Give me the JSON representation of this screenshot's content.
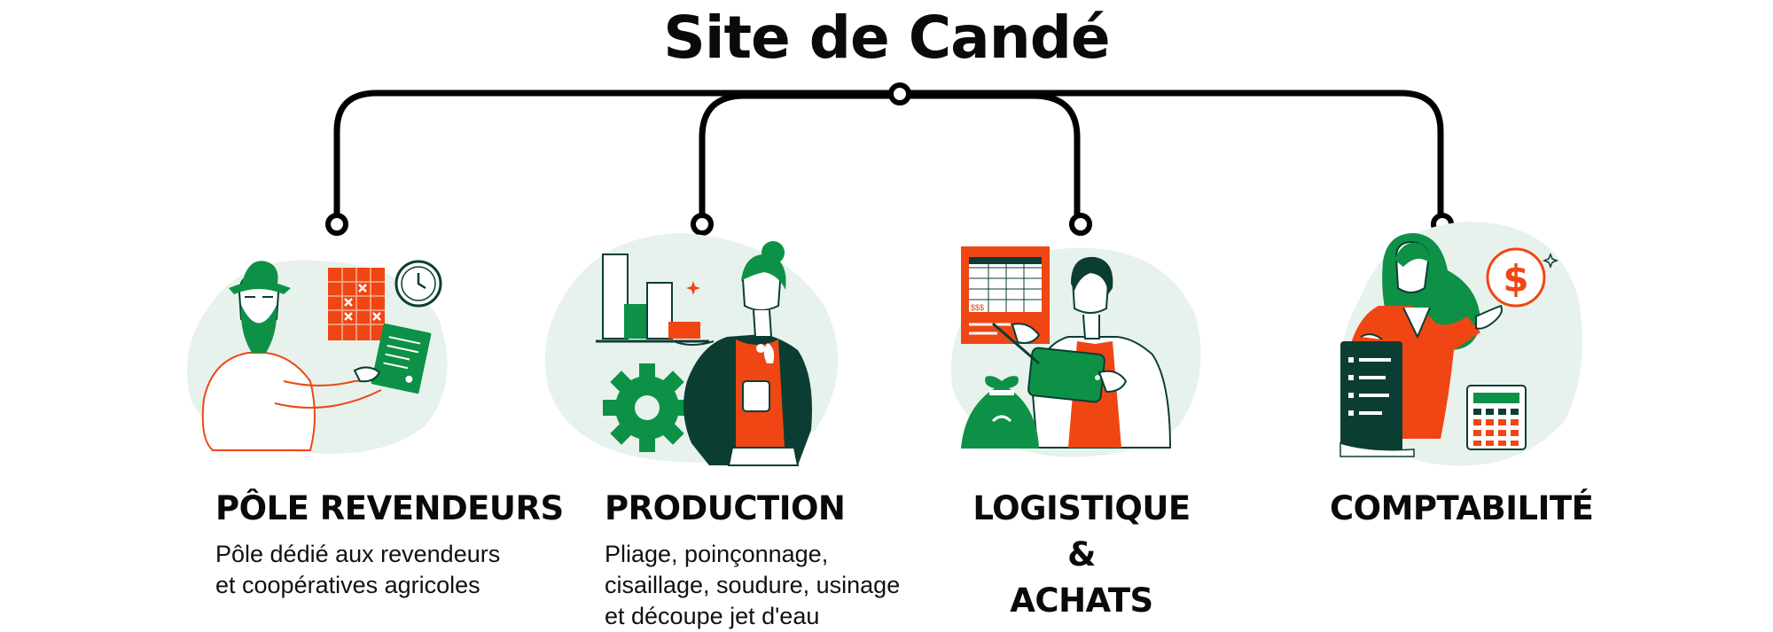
{
  "title": "Site de Candé",
  "colors": {
    "green": "#0d9146",
    "orange": "#ef4614",
    "dark": "#0b3d33",
    "blob": "#e8f2ec",
    "line": "#000000"
  },
  "departments": [
    {
      "title": "PÔLE REVENDEURS",
      "description_lines": [
        "Pôle dédié aux revendeurs",
        "et coopératives agricoles"
      ],
      "illustration": "farmer-planning-icon"
    },
    {
      "title": "PRODUCTION",
      "description_lines": [
        "Pliage, poinçonnage,",
        "cisaillage, soudure, usinage",
        "et découpe jet d'eau"
      ],
      "illustration": "production-chart-gear-icon"
    },
    {
      "title_lines": [
        "LOGISTIQUE &",
        "ACHATS"
      ],
      "illustration": "logistics-tablet-icon"
    },
    {
      "title": "COMPTABILITÉ",
      "illustration": "accountant-calculator-icon"
    }
  ],
  "spreadsheet_text": "$$$"
}
